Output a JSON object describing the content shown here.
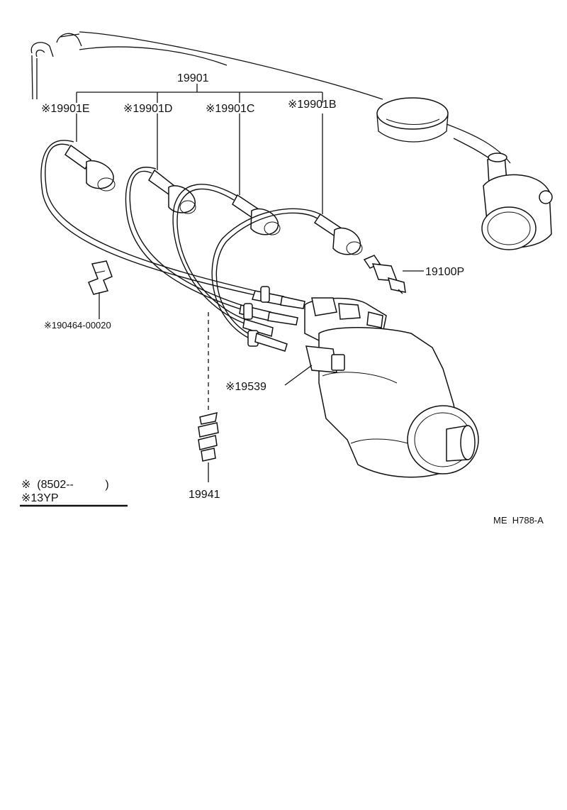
{
  "labels": {
    "p19901": "19901",
    "p19901e": "※19901E",
    "p19901d": "※19901D",
    "p19901c": "※19901C",
    "p19901b": "※19901B",
    "p19100p": "19100P",
    "p190464": "※190464-00020",
    "p19539": "※19539",
    "p19941": "19941"
  },
  "legend": {
    "line1": "※  (8502--          )",
    "line2": "※13YP"
  },
  "figure_code": "ME  H788-A"
}
